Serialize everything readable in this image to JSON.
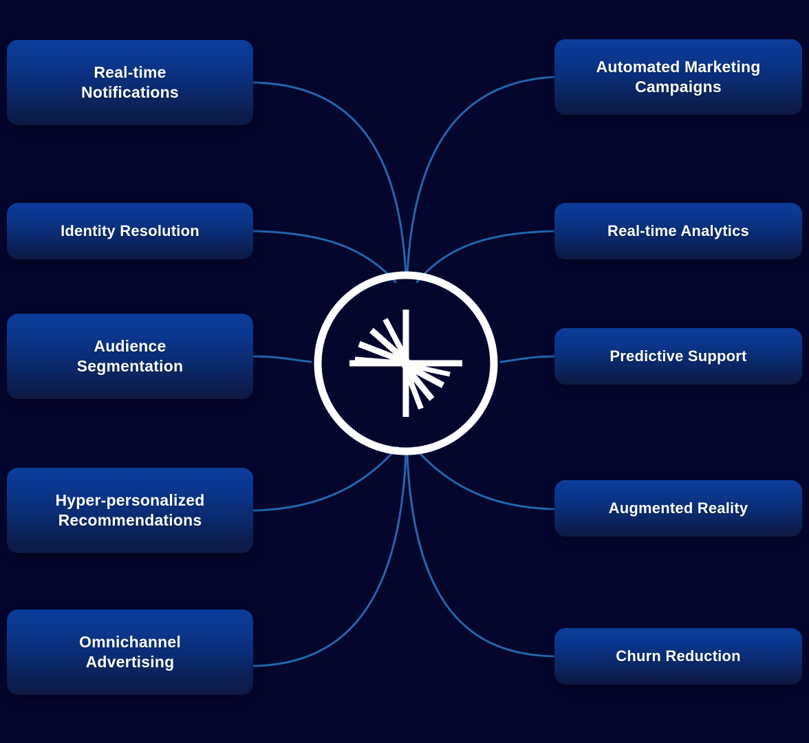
{
  "theme": {
    "background": "#05062e",
    "card_gradient_top": "#0b3d9c",
    "card_gradient_bottom": "#0d1a44",
    "connector_color": "#2166b0",
    "logo_color": "#ffffff",
    "text_color": "#ffffff"
  },
  "center": {
    "logo_name": "confluent-starburst-logo",
    "shape": "circle-with-radiating-rays"
  },
  "diagram": {
    "type": "hub-and-spoke",
    "left_nodes": [
      {
        "id": "real-time-notifications",
        "label": "Real-time\nNotifications",
        "lines": [
          "Real-time",
          "Notifications"
        ]
      },
      {
        "id": "identity-resolution",
        "label": "Identity Resolution",
        "lines": [
          "Identity Resolution"
        ]
      },
      {
        "id": "audience-segmentation",
        "label": "Audience\nSegmentation",
        "lines": [
          "Audience",
          "Segmentation"
        ]
      },
      {
        "id": "hyper-personalized-recommendations",
        "label": "Hyper-personalized\nRecommendations",
        "lines": [
          "Hyper-personalized",
          "Recommendations"
        ]
      },
      {
        "id": "omnichannel-advertising",
        "label": "Omnichannel\nAdvertising",
        "lines": [
          "Omnichannel",
          "Advertising"
        ]
      }
    ],
    "right_nodes": [
      {
        "id": "automated-marketing-campaigns",
        "label": "Automated Marketing\nCampaigns",
        "lines": [
          "Automated Marketing",
          "Campaigns"
        ]
      },
      {
        "id": "real-time-analytics",
        "label": "Real-time Analytics",
        "lines": [
          "Real-time Analytics"
        ]
      },
      {
        "id": "predictive-support",
        "label": "Predictive Support",
        "lines": [
          "Predictive Support"
        ]
      },
      {
        "id": "augmented-reality",
        "label": "Augmented Reality",
        "lines": [
          "Augmented Reality"
        ]
      },
      {
        "id": "churn-reduction",
        "label": "Churn Reduction",
        "lines": [
          "Churn Reduction"
        ]
      }
    ]
  }
}
